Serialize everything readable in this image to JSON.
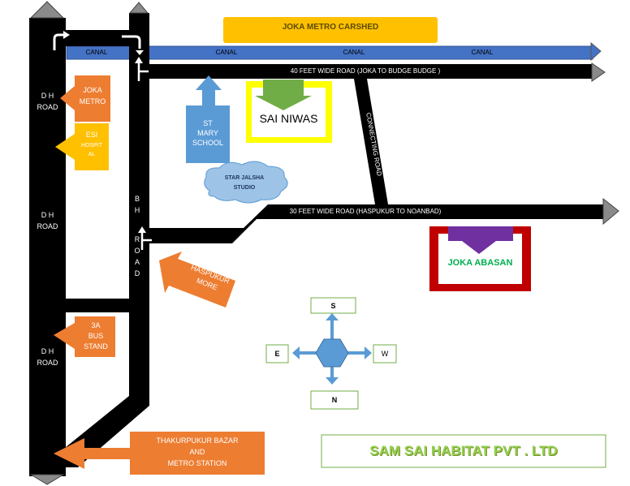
{
  "title_banner": "JOKA METRO CARSHED",
  "canal_labels": [
    "CANAL",
    "CANAL",
    "CANAL",
    "CANAL"
  ],
  "roads": {
    "feet40": "40 FEET WIDE ROAD (JOKA TO BUDGE BUDGE )",
    "feet30": "30 FEET  WIDE ROAD (HASPUKUR TO NOANBAD)",
    "connecting": "CONNECTING ROAD",
    "dh_top_1": "D H",
    "dh_top_2": "ROAD",
    "dh_mid_1": "D H",
    "dh_mid_2": "ROAD",
    "dh_bot_1": "D H",
    "dh_bot_2": "ROAD",
    "bh_letters": [
      "B",
      "H",
      "R",
      "O",
      "A",
      "D"
    ]
  },
  "landmarks": {
    "joka_metro_1": "JOKA",
    "joka_metro_2": "METRO",
    "esi_1": "ESI",
    "esi_2": "HOSPIT",
    "esi_3": "AL",
    "st_mary_1": "ST",
    "st_mary_2": "MARY",
    "st_mary_3": "SCHOOL",
    "sai_niwas": "SAI NIWAS",
    "star_jalsha_1": "STAR JALSHA",
    "star_jalsha_2": "STUDIO",
    "joka_abasan": "JOKA ABASAN",
    "haspukur_1": "HASPUKUR",
    "haspukur_2": "MORE",
    "bus_1": "3A",
    "bus_2": "BUS",
    "bus_3": "STAND",
    "thakurpukur_1": "THAKURPUKUR BAZAR",
    "thakurpukur_2": "AND",
    "thakurpukur_3": "METRO STATION"
  },
  "compass": {
    "north": "N",
    "south": "S",
    "east": "E",
    "west": "W"
  },
  "company": "SAM SAI HABITAT PVT . LTD",
  "colors": {
    "road": "#000000",
    "canal": "#4472c4",
    "banner": "#ffc000",
    "orange": "#ed7d31",
    "blue_arrow": "#5b9bd5",
    "yellow_frame": "#ffff00",
    "red_frame": "#c00000",
    "green": "#70ad47",
    "purple": "#7030a0",
    "abasan_text": "#00b050",
    "company_text": "#92d050",
    "cloud": "#9dc3e6"
  }
}
